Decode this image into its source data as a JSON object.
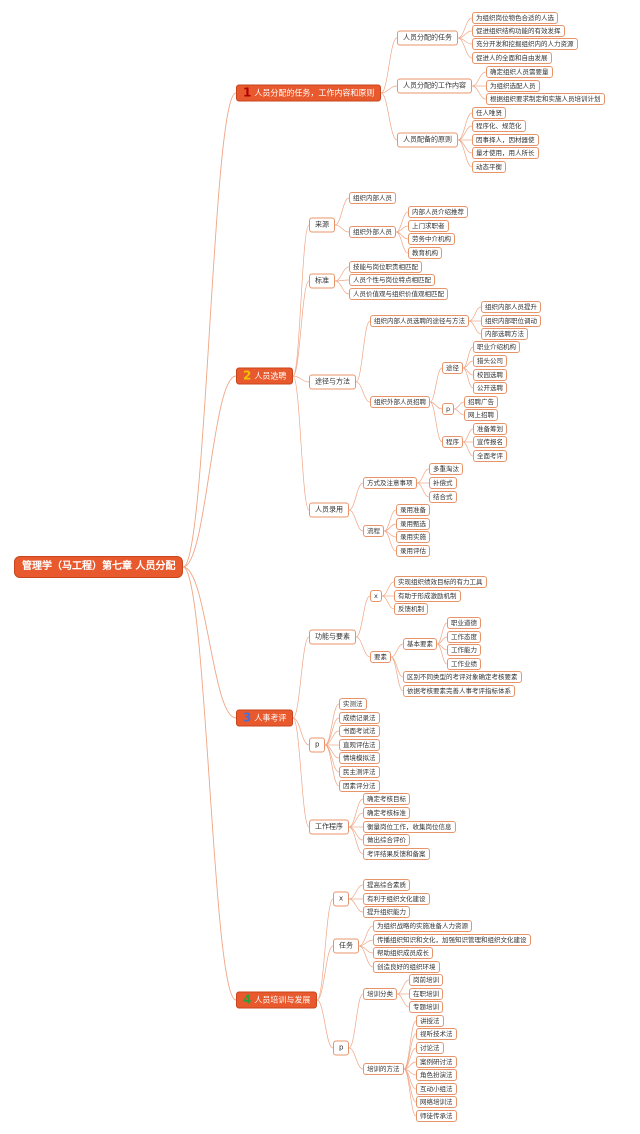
{
  "root": {
    "label": "管理学（马工程）第七章 人员分配",
    "children": [
      {
        "num": "1",
        "label": "人员分配的任务，工作内容和原则",
        "num_color": "#b00000",
        "children": [
          {
            "label": "人员分配的任务",
            "children": [
              {
                "label": "为组织岗位物色合适的人选"
              },
              {
                "label": "促进组织结构功能的有效发挥"
              },
              {
                "label": "充分开发和挖掘组织内的人力资源"
              },
              {
                "label": "促进人的全面和自由发展"
              }
            ]
          },
          {
            "label": "人员分配的工作内容",
            "children": [
              {
                "label": "确定组织人员需要量"
              },
              {
                "label": "为组织选配人员"
              },
              {
                "label": "根据组织要求制定和实施人员培训计划"
              }
            ]
          },
          {
            "label": "人员配备的原则",
            "children": [
              {
                "label": "任人唯贤"
              },
              {
                "label": "程序化、规范化"
              },
              {
                "label": "因事择人，因材器使"
              },
              {
                "label": "量才使用，用人所长"
              },
              {
                "label": "动态平衡"
              }
            ]
          }
        ]
      },
      {
        "num": "2",
        "label": "人员选聘",
        "num_color": "#f2c200",
        "children": [
          {
            "label": "来源",
            "children": [
              {
                "label": "组织内部人员"
              },
              {
                "label": "组织外部人员",
                "children": [
                  {
                    "label": "内部人员介绍推荐"
                  },
                  {
                    "label": "上门求职者"
                  },
                  {
                    "label": "劳务中介机构"
                  },
                  {
                    "label": "教育机构"
                  }
                ]
              }
            ]
          },
          {
            "label": "标准",
            "children": [
              {
                "label": "技能与岗位职责相匹配"
              },
              {
                "label": "人员个性与岗位特点相匹配"
              },
              {
                "label": "人员价值观与组织价值观相匹配"
              }
            ]
          },
          {
            "label": "途径与方法",
            "children": [
              {
                "label": "组织内部人员选聘的途径与方法",
                "children": [
                  {
                    "label": "组织内部人员提升"
                  },
                  {
                    "label": "组织内部职位调动"
                  },
                  {
                    "label": "内部选聘方法"
                  }
                ]
              },
              {
                "label": "组织外部人员招聘",
                "children": [
                  {
                    "label": "途径",
                    "children": [
                      {
                        "label": "职业介绍机构"
                      },
                      {
                        "label": "猎头公司"
                      },
                      {
                        "label": "校园选聘"
                      },
                      {
                        "label": "公开选聘"
                      }
                    ]
                  },
                  {
                    "label": "p",
                    "children": [
                      {
                        "label": "招聘广告"
                      },
                      {
                        "label": "网上招聘"
                      }
                    ]
                  },
                  {
                    "label": "程序",
                    "children": [
                      {
                        "label": "准备筹划"
                      },
                      {
                        "label": "宣传报名"
                      },
                      {
                        "label": "全面考评"
                      }
                    ]
                  }
                ]
              }
            ]
          },
          {
            "label": "人员录用",
            "children": [
              {
                "label": "方式及注意事项",
                "children": [
                  {
                    "label": "多重淘汰"
                  },
                  {
                    "label": "补偿式"
                  },
                  {
                    "label": "结合式"
                  }
                ]
              },
              {
                "label": "流程",
                "children": [
                  {
                    "label": "录用准备"
                  },
                  {
                    "label": "录用甄选"
                  },
                  {
                    "label": "录用实施"
                  },
                  {
                    "label": "录用评估"
                  }
                ]
              }
            ]
          }
        ]
      },
      {
        "num": "3",
        "label": "人事考评",
        "num_color": "#4a6fd0",
        "children": [
          {
            "label": "功能与要素",
            "children": [
              {
                "label": "x",
                "children": [
                  {
                    "label": "实现组织绩效目标的有力工具"
                  },
                  {
                    "label": "有助于形成激励机制"
                  },
                  {
                    "label": "反馈机制"
                  }
                ]
              },
              {
                "label": "要素",
                "children": [
                  {
                    "label": "基本要素",
                    "children": [
                      {
                        "label": "职业道德"
                      },
                      {
                        "label": "工作态度"
                      },
                      {
                        "label": "工作能力"
                      },
                      {
                        "label": "工作业绩"
                      }
                    ]
                  },
                  {
                    "label": "区别不同类型的考评对象确定考核要素"
                  },
                  {
                    "label": "依据考核要素完善人事考评指标体系"
                  }
                ]
              }
            ]
          },
          {
            "label": "p",
            "children": [
              {
                "label": "实测法"
              },
              {
                "label": "成绩记录法"
              },
              {
                "label": "书面考试法"
              },
              {
                "label": "直观评估法"
              },
              {
                "label": "情境模拟法"
              },
              {
                "label": "民主测评法"
              },
              {
                "label": "因素评分法"
              }
            ]
          },
          {
            "label": "工作程序",
            "children": [
              {
                "label": "确定考核目标"
              },
              {
                "label": "确定考核标准"
              },
              {
                "label": "衡量岗位工作，收集岗位信息"
              },
              {
                "label": "做出综合评价"
              },
              {
                "label": "考评结果反馈和备案"
              }
            ]
          }
        ]
      },
      {
        "num": "4",
        "label": "人员培训与发展",
        "num_color": "#2e9e3a",
        "children": [
          {
            "label": "x",
            "children": [
              {
                "label": "提高综合素质"
              },
              {
                "label": "有利于组织文化建设"
              },
              {
                "label": "提升组织能力"
              }
            ]
          },
          {
            "label": "任务",
            "children": [
              {
                "label": "为组织战略的实施准备人力资源"
              },
              {
                "label": "传播组织知识和文化，加强知识管理和组织文化建设"
              },
              {
                "label": "帮助组织成员成长"
              },
              {
                "label": "创造良好的组织环境"
              }
            ]
          },
          {
            "label": "p",
            "children": [
              {
                "label": "培训分类",
                "children": [
                  {
                    "label": "岗前培训"
                  },
                  {
                    "label": "在职培训"
                  },
                  {
                    "label": "专题培训"
                  }
                ]
              },
              {
                "label": "培训的方法",
                "children": [
                  {
                    "label": "讲授法"
                  },
                  {
                    "label": "视听技术法"
                  },
                  {
                    "label": "讨论法"
                  },
                  {
                    "label": "案例研讨法"
                  },
                  {
                    "label": "角色扮演法"
                  },
                  {
                    "label": "互动小组法"
                  },
                  {
                    "label": "网络培训法"
                  },
                  {
                    "label": "师徒传承法"
                  }
                ]
              }
            ]
          }
        ]
      }
    ]
  },
  "colors": {
    "root": "#e85a2e",
    "line": "#f0a585",
    "border": "#e8946a"
  }
}
